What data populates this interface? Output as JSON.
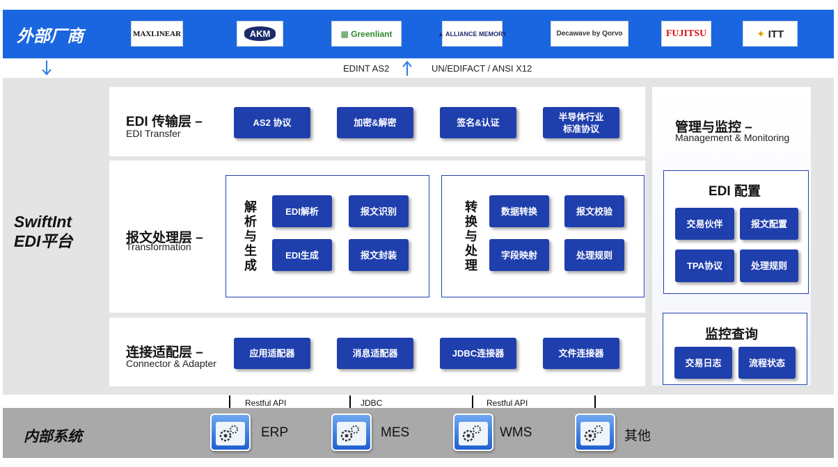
{
  "external": {
    "title": "外部厂商",
    "logos": [
      {
        "name": "MAXLINEAR"
      },
      {
        "name": "AKM"
      },
      {
        "name": "Greenliant"
      },
      {
        "name": "ALLIANCE MEMORY"
      },
      {
        "name": "Decawave by Qorvo"
      },
      {
        "name": "FUJITSU"
      },
      {
        "name": "ITT"
      }
    ],
    "protocols": [
      "EDINT AS2",
      "UN/EDIFACT / ANSI X12"
    ]
  },
  "platform": {
    "title_line1": "SwiftInt",
    "title_line2": "EDI平台",
    "transfer": {
      "title": "EDI 传输层 –",
      "subtitle": "EDI Transfer",
      "buttons": [
        "AS2 协议",
        "加密&解密",
        "签名&认证",
        "半导体行业\n标准协议"
      ]
    },
    "transformation": {
      "title": "报文处理层 –",
      "subtitle": "Transformation",
      "parse_group": {
        "label_chars": [
          "解",
          "析",
          "与",
          "生",
          "成"
        ],
        "buttons": [
          "EDI解析",
          "报文识别",
          "EDI生成",
          "报文封装"
        ]
      },
      "convert_group": {
        "label_chars": [
          "转",
          "换",
          "与",
          "处",
          "理"
        ],
        "buttons": [
          "数据转换",
          "报文校验",
          "字段映射",
          "处理规则"
        ]
      }
    },
    "connector": {
      "title": "连接适配层 –",
      "subtitle": "Connector & Adapter",
      "buttons": [
        "应用适配器",
        "消息适配器",
        "JDBC连接器",
        "文件连接器"
      ]
    },
    "management": {
      "title": "管理与监控 –",
      "subtitle": "Management & Monitoring",
      "edi_config": {
        "title": "EDI 配置",
        "buttons": [
          "交易伙伴",
          "报文配置",
          "TPA协议",
          "处理规则"
        ]
      },
      "monitor_query": {
        "title": "监控查询",
        "buttons": [
          "交易日志",
          "流程状态"
        ]
      }
    }
  },
  "internal": {
    "title": "内部系统",
    "connections": [
      "Restful API",
      "JDBC",
      "Restful API"
    ],
    "systems": [
      "ERP",
      "MES",
      "WMS",
      "其他"
    ]
  },
  "colors": {
    "external_band": "#1a66e0",
    "button_blue": "#1f3fad",
    "platform_bg": "#e4e4e4",
    "internal_band": "#a9a9a9",
    "arrow": "#2a7be4"
  }
}
